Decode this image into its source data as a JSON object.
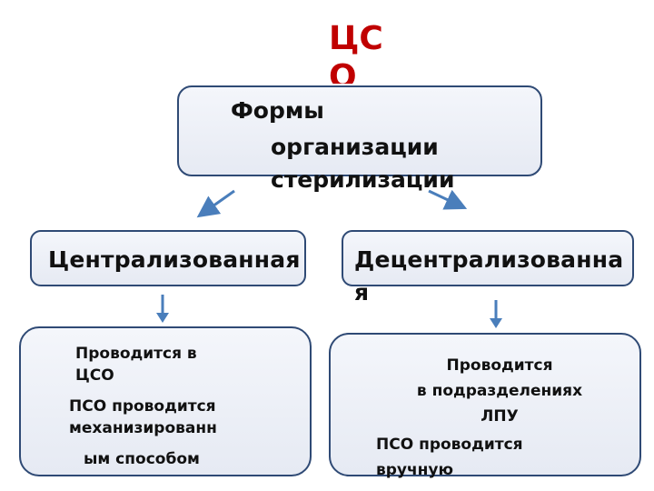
{
  "title": "ЦСО",
  "root": {
    "line1": "Формы",
    "line2": "организации",
    "line3": "стерилизации"
  },
  "left": {
    "label": "Централизованная",
    "desc": {
      "line1": "Проводится в",
      "line2": "ЦСО",
      "line3": "ПСО проводится",
      "line4": "механизированн",
      "line5": "ым  способом"
    }
  },
  "right": {
    "label": "Децентрализованная",
    "desc": {
      "line1": "Проводится",
      "line2": "в подразделениях",
      "line3": "ЛПУ",
      "line4": "ПСО проводится",
      "line5": "вручную"
    }
  },
  "colors": {
    "title": "#c00000",
    "border": "#2f4a75",
    "arrow": "#4a7ebb"
  }
}
